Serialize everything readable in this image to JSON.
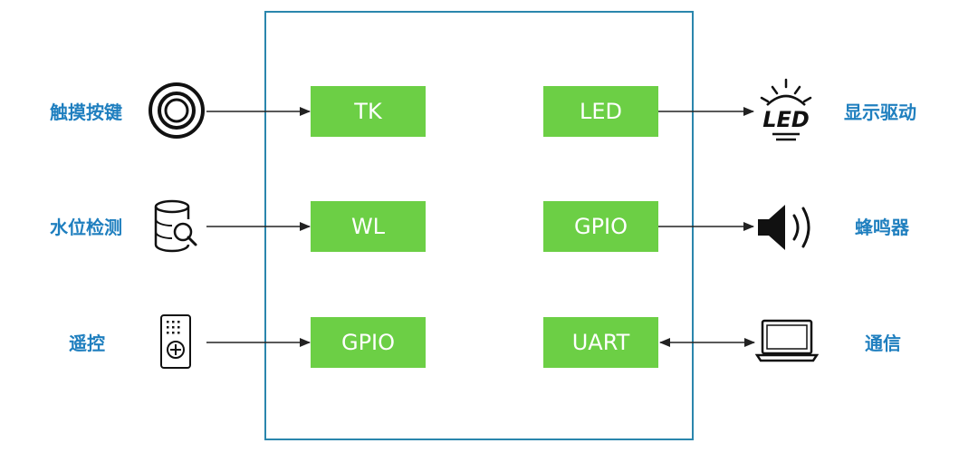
{
  "left": {
    "inputs": [
      {
        "label": "触摸按键",
        "module": "TK"
      },
      {
        "label": "水位检测",
        "module": "WL"
      },
      {
        "label": "遥控",
        "module": "GPIO"
      }
    ]
  },
  "right": {
    "outputs": [
      {
        "label": "显示驱动",
        "module": "LED"
      },
      {
        "label": "蜂鸣器",
        "module": "GPIO"
      },
      {
        "label": "通信",
        "module": "UART"
      }
    ]
  },
  "icons": {
    "led_icon_text": "LED"
  },
  "colors": {
    "module_fill": "#6ccf45",
    "label_text": "#1f7fbf",
    "frame": "#2a86ad"
  }
}
